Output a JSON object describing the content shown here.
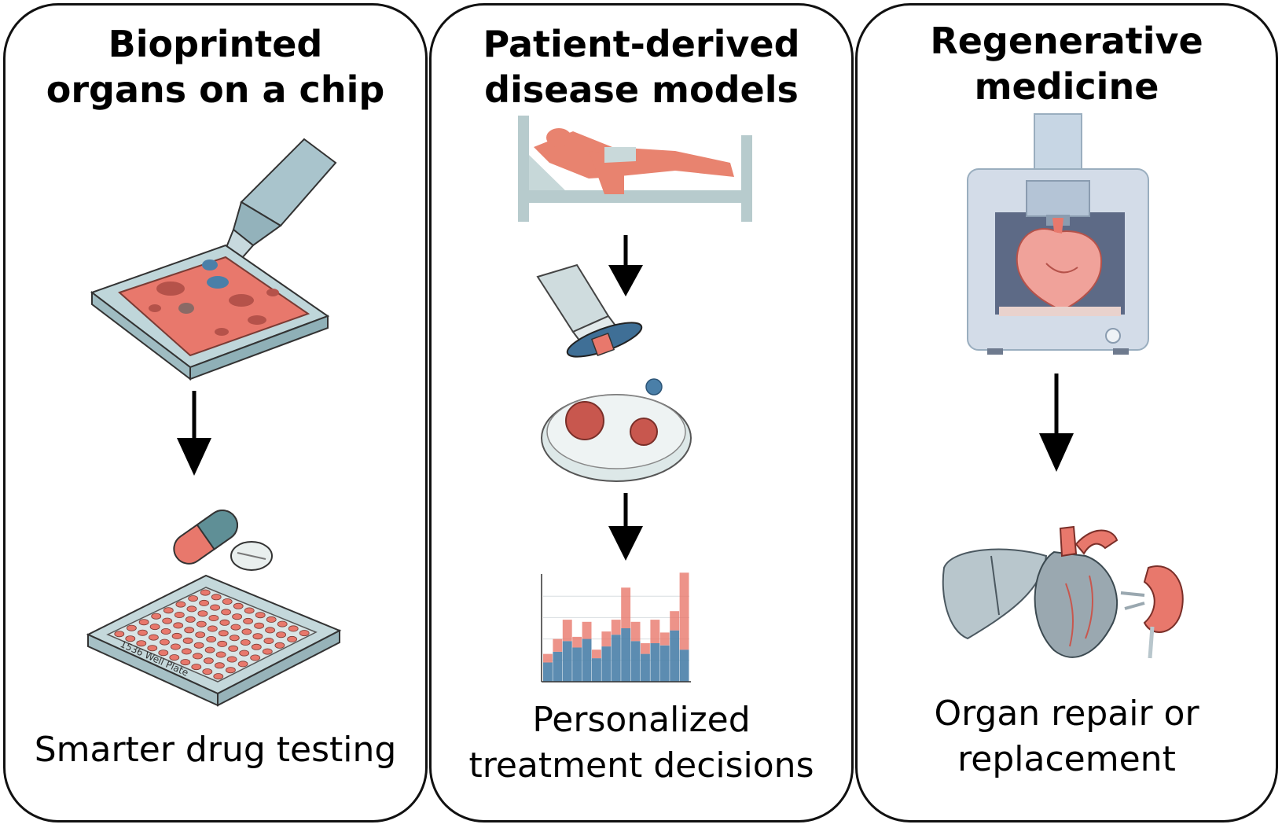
{
  "panels": [
    {
      "title_lines": [
        "Bioprinted",
        "organs on a chip"
      ],
      "caption_lines": [
        "Smarter drug testing"
      ],
      "plate_label": "1536 Well Plate"
    },
    {
      "title_lines": [
        "Patient-derived",
        "disease models"
      ],
      "caption_lines": [
        "Personalized",
        "treatment decisions"
      ]
    },
    {
      "title_lines": [
        "Regenerative",
        "medicine"
      ],
      "caption_lines": [
        "Organ repair or",
        "replacement"
      ]
    }
  ],
  "colors": {
    "tissue": "#e8786c",
    "blue": "#4a7fa8",
    "grey_blue": "#a9c4cc",
    "border": "#111111"
  },
  "chart_data": {
    "type": "bar",
    "stacked": true,
    "title": "",
    "xlabel": "",
    "ylabel": "",
    "ylim": [
      0,
      100
    ],
    "grid": true,
    "series": [
      {
        "values": [
          18,
          28,
          38,
          32,
          40,
          22,
          33,
          44,
          50,
          38,
          26,
          36,
          34,
          48,
          30
        ]
      },
      {
        "values": [
          8,
          12,
          20,
          10,
          16,
          8,
          14,
          14,
          38,
          18,
          10,
          22,
          12,
          18,
          72
        ]
      }
    ]
  }
}
